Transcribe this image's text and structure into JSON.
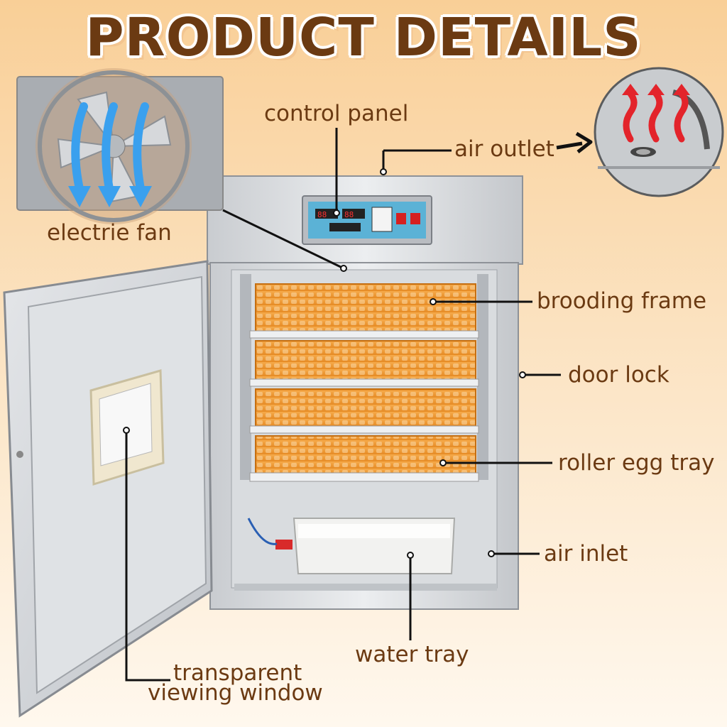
{
  "title": "PRODUCT DETAILS",
  "labels": {
    "control_panel": "control panel",
    "air_outlet": "air outlet",
    "electric_fan": "electrie fan",
    "brooding_frame": "brooding frame",
    "door_lock": "door lock",
    "roller_egg_tray": "roller egg tray",
    "air_inlet": "air inlet",
    "water_tray": "water tray",
    "viewing_window_line1": "transparent",
    "viewing_window_line2": "viewing window"
  },
  "colors": {
    "label_text": "#6b3a12",
    "tray_orange": "#f09b3a",
    "heat_arrow": "#e3242b",
    "fan_arrow": "#3aa0ee"
  }
}
